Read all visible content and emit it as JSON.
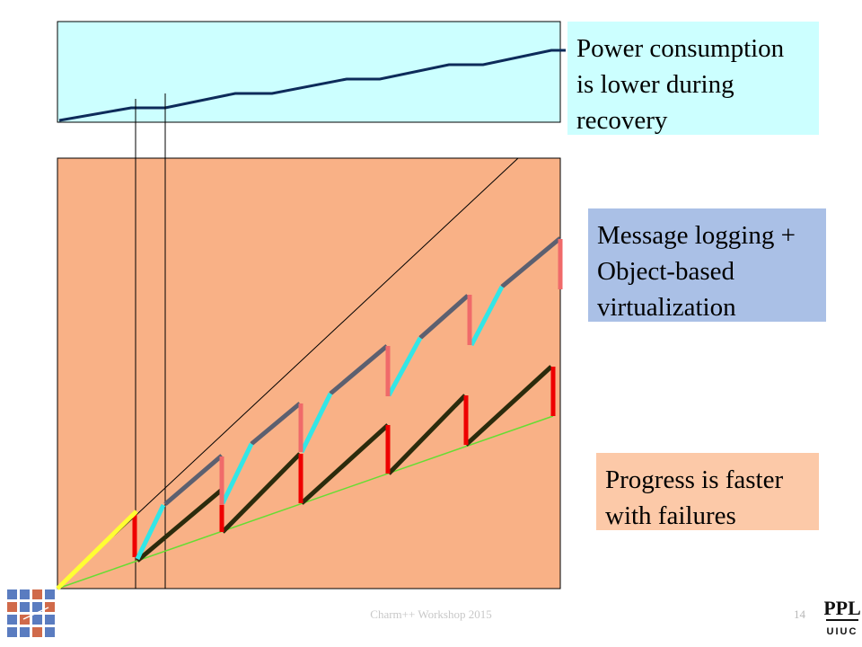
{
  "callouts": {
    "power": [
      "Power consumption",
      "is lower during",
      "recovery"
    ],
    "logging": [
      "Message logging +",
      "Object-based",
      "virtualization"
    ],
    "progress": [
      "Progress is faster",
      "with failures"
    ]
  },
  "footer": {
    "text": "Charm++ Workshop 2015",
    "page": "14"
  },
  "logo": {
    "top": "PPL",
    "bottom": "UIUC"
  },
  "colors": {
    "power_panel": "#ccffff",
    "progress_panel": "#f9b186",
    "power_line": "#0d2b5a",
    "logging_segment": "#5c6070",
    "recovery_segment": "#33e6e6",
    "failure_drop_logging": "#f06a6a",
    "failure_drop_baseline": "#ee0000",
    "baseline_segment": "#2b2b0c",
    "initial_segment": "#ffff33",
    "trend_line": "#66dd33",
    "diagonal_line": "#000000"
  }
}
